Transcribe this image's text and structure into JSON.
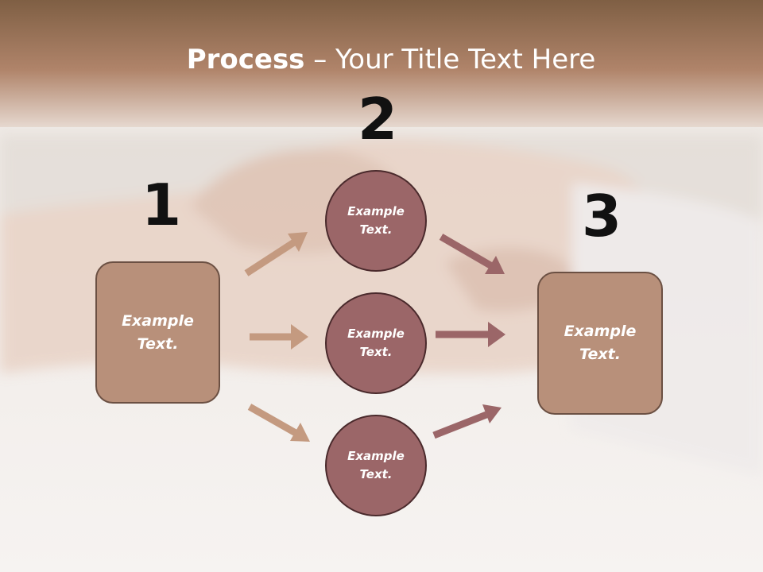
{
  "title": {
    "bold": "Process",
    "rest": " – Your Title Text Here"
  },
  "steps": {
    "one": "1",
    "two": "2",
    "three": "3"
  },
  "boxes": {
    "left": "Example\nText.",
    "right": "Example\nText."
  },
  "circles": {
    "top": "Example\nText.",
    "middle": "Example\nText.",
    "bottom": "Example\nText."
  },
  "colors": {
    "box": "#b8907a",
    "circle": "#9b6668",
    "arrow_in": "#c49a80",
    "arrow_out": "#9b6668"
  }
}
